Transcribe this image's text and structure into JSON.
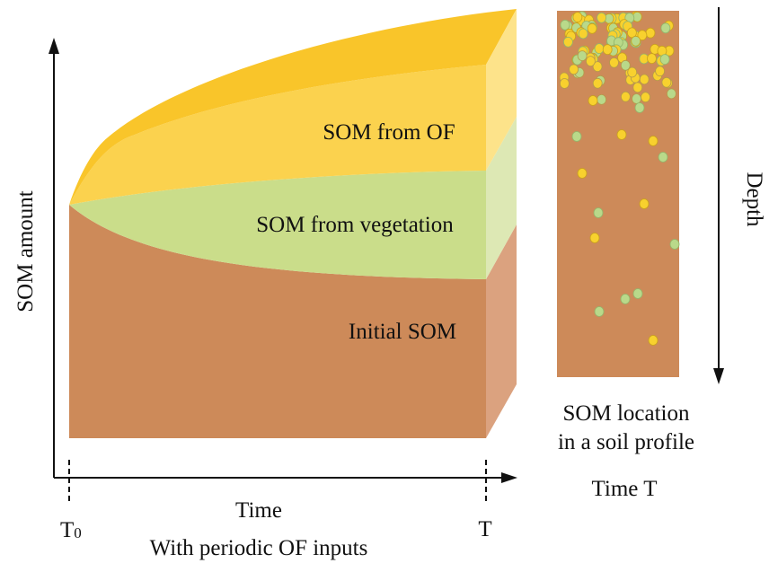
{
  "labels": {
    "y_axis": "SOM amount",
    "x_axis": "Time",
    "t0_main": "T",
    "t0_sub": "0",
    "t_end": "T",
    "caption": "With periodic OF inputs",
    "layer_of": "SOM from OF",
    "layer_vegetation": "SOM from vegetation",
    "layer_initial": "Initial SOM",
    "depth": "Depth",
    "profile_caption_line1": "SOM location",
    "profile_caption_line2": "in a soil profile",
    "profile_time": "Time T"
  },
  "colors": {
    "initial_som": "#cd8a59",
    "initial_som_side": "#dba27f",
    "vegetation_som": "#cadd8a",
    "vegetation_som_side": "#dde8b4",
    "of_som": "#fbd24e",
    "of_som_top": "#f9c52a",
    "of_som_side": "#fde38a",
    "axis": "#111111",
    "yellow_particle": "#f8d12e",
    "green_particle": "#b9d98a"
  },
  "icons": {
    "y_axis_arrow": "arrow-up-icon",
    "x_axis_arrow": "arrow-right-icon",
    "depth_arrow": "arrow-down-icon"
  }
}
